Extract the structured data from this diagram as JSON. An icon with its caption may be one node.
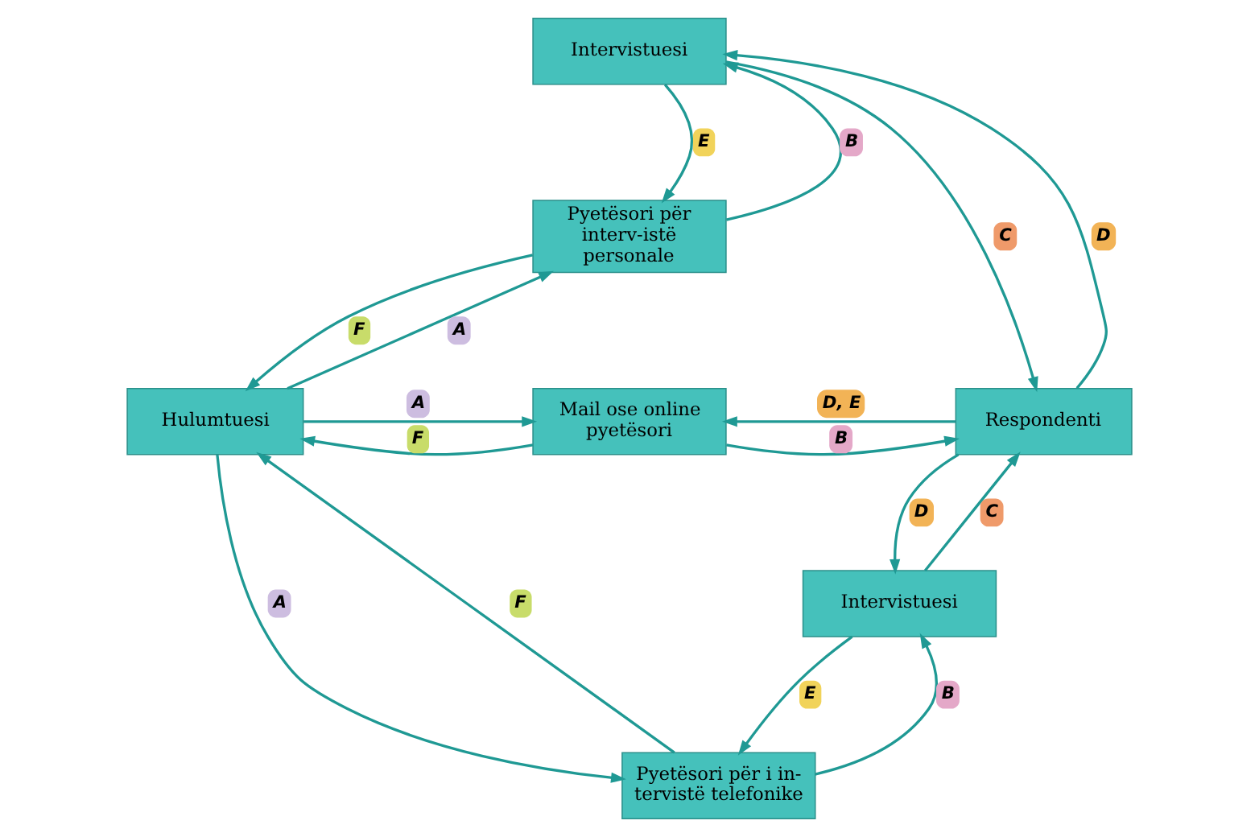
{
  "diagram": {
    "nodes": [
      {
        "text": [
          "Intervistuesi"
        ]
      },
      {
        "text": [
          "Pyetësori për interv-istë personale"
        ]
      },
      {
        "text": [
          "Hulumtuesi"
        ]
      },
      {
        "text": [
          "Mail ose online pyetësori"
        ]
      },
      {
        "text": [
          "Respondenti"
        ]
      },
      {
        "text": [
          "Pyetësori për i in-tervistë telefonike"
        ]
      },
      {
        "text": [
          "Intervistuesi"
        ]
      }
    ],
    "edges": [
      {
        "from": 2,
        "to": 1,
        "arrow": "to",
        "label": "A"
      },
      {
        "from": 1,
        "to": 2,
        "arrow": "to",
        "label": "F"
      },
      {
        "from": 1,
        "to": 0,
        "arrow": "to",
        "label": "B"
      },
      {
        "from": 0,
        "to": 1,
        "arrow": "to",
        "label": "E"
      },
      {
        "from": 0,
        "to": 4,
        "arrow": "to",
        "label": "C"
      },
      {
        "from": 4,
        "to": 0,
        "arrow": "to",
        "label": "D"
      },
      {
        "from": 2,
        "to": 3,
        "arrow": "to",
        "label": "A"
      },
      {
        "from": 3,
        "to": 4,
        "arrow": "to",
        "label": "B"
      },
      {
        "from": 4,
        "to": 3,
        "arrow": "to",
        "label": "D, E"
      },
      {
        "from": 3,
        "to": 2,
        "arrow": "to",
        "label": "F"
      },
      {
        "from": 2,
        "to": 5,
        "arrow": "to",
        "label": "A"
      },
      {
        "from": 5,
        "to": 2,
        "arrow": "to",
        "label": "F"
      },
      {
        "from": 5,
        "to": 6,
        "arrow": "to",
        "label": "B"
      },
      {
        "from": 6,
        "to": 5,
        "arrow": "to",
        "label": "E"
      },
      {
        "from": 6,
        "to": 4,
        "arrow": "to",
        "label": "C"
      },
      {
        "from": 4,
        "to": 6,
        "arrow": "to",
        "label": "D"
      }
    ]
  }
}
